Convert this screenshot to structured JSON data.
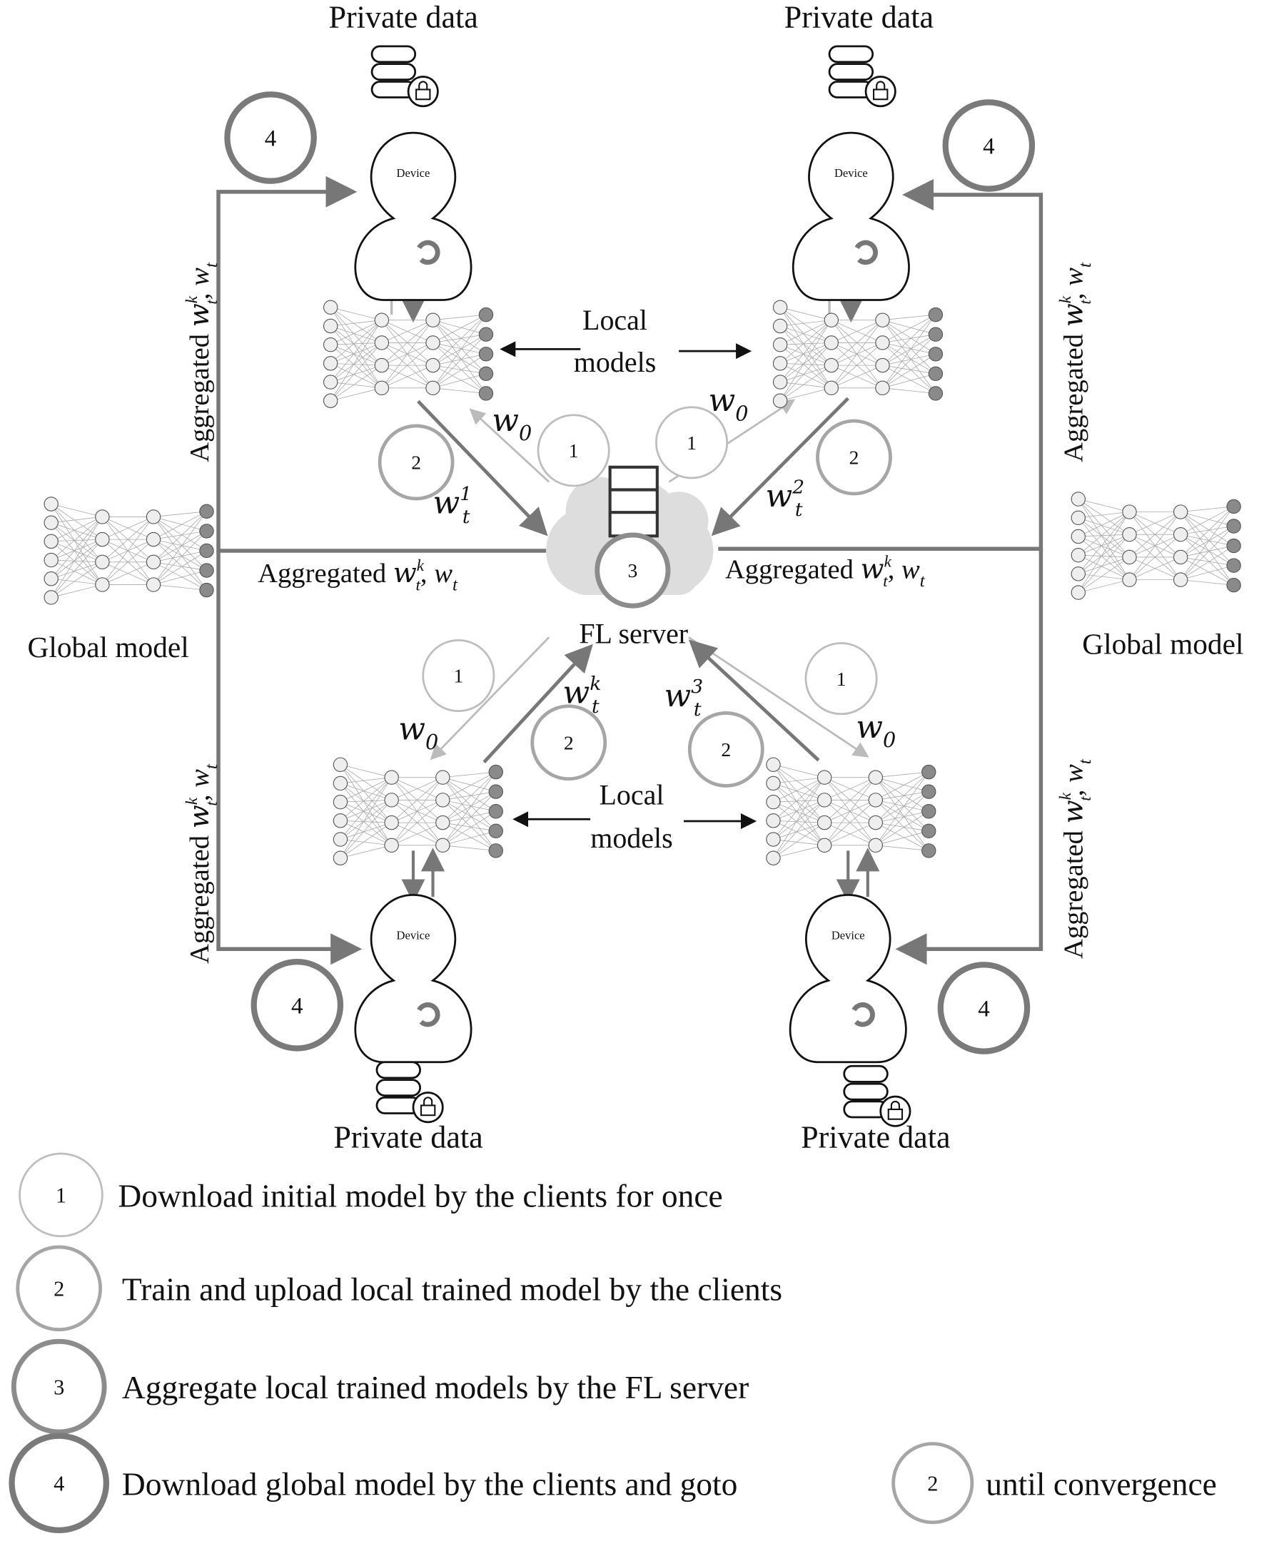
{
  "labels": {
    "private_data": "Private data",
    "device": "Device",
    "local_models_line1": "Local",
    "local_models_line2": "models",
    "fl_server": "FL server",
    "global_model": "Global model",
    "aggregated": "Aggregated"
  },
  "math": {
    "w0": {
      "base": "w",
      "sub": "0"
    },
    "wt1": {
      "base": "w",
      "sub": "t",
      "sup": "1"
    },
    "wt2": {
      "base": "w",
      "sub": "t",
      "sup": "2"
    },
    "wt3": {
      "base": "w",
      "sub": "t",
      "sup": "3"
    },
    "wtk": {
      "base": "w",
      "sub": "t",
      "sup": "k"
    },
    "aggregated_suffix": {
      "base": "w",
      "sub": "t",
      "sup": "k",
      "tail": ", ",
      "base2": "w",
      "sub2": "t"
    }
  },
  "steps": {
    "1": {
      "number": "1",
      "color": "#bdbdbd"
    },
    "2": {
      "number": "2",
      "color": "#a6a6a6"
    },
    "3": {
      "number": "3",
      "color": "#8c8c8c"
    },
    "4": {
      "number": "4",
      "color": "#7a7a7a"
    }
  },
  "legend": [
    {
      "step": "1",
      "text": "Download initial model by the clients for once"
    },
    {
      "step": "2",
      "text": "Train and upload local trained model by the clients"
    },
    {
      "step": "3",
      "text": "Aggregate local trained models by the FL server"
    },
    {
      "step": "4",
      "text": "Download global model by the clients and goto",
      "ref_step": "2",
      "text_after": "until convergence"
    }
  ],
  "colors": {
    "arrow_dark": "#777777",
    "arrow_light": "#bbbbbb",
    "node_light": "#eeeeee",
    "node_dark": "#8a8a8a"
  }
}
